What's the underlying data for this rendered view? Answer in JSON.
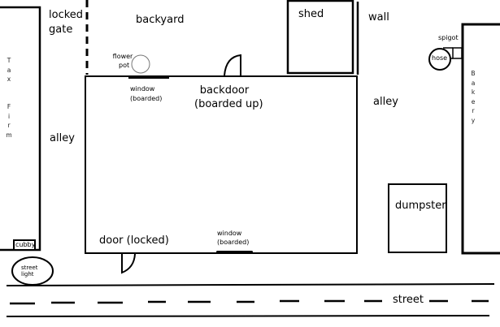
{
  "diagram": {
    "type": "site-floor-plan",
    "colors": {
      "line": "#000000",
      "background": "#ffffff",
      "flowerpot": "#888888"
    },
    "labels": {
      "locked_gate_1": "locked",
      "locked_gate_2": "gate",
      "backyard": "backyard",
      "shed": "shed",
      "wall": "wall",
      "spigot": "spigot",
      "hose": "hose",
      "flower_pot_1": "flower",
      "flower_pot_2": "pot",
      "window_top_1": "window",
      "window_top_2": "(boarded)",
      "backdoor_1": "backdoor",
      "backdoor_2": "(boarded up)",
      "alley_right": "alley",
      "alley_left": "alley",
      "door_locked": "door (locked)",
      "window_bottom_1": "window",
      "window_bottom_2": "(boarded)",
      "dumpster": "dumpster",
      "cubby": "cubby",
      "street_light_1": "street",
      "street_light_2": "light",
      "street": "street"
    },
    "buildings": {
      "tax_firm": {
        "letters": [
          "T",
          "a",
          "x",
          "",
          "F",
          "i",
          "r",
          "m"
        ]
      },
      "bakery": {
        "letters": [
          "B",
          "a",
          "k",
          "e",
          "r",
          "y"
        ]
      }
    }
  }
}
